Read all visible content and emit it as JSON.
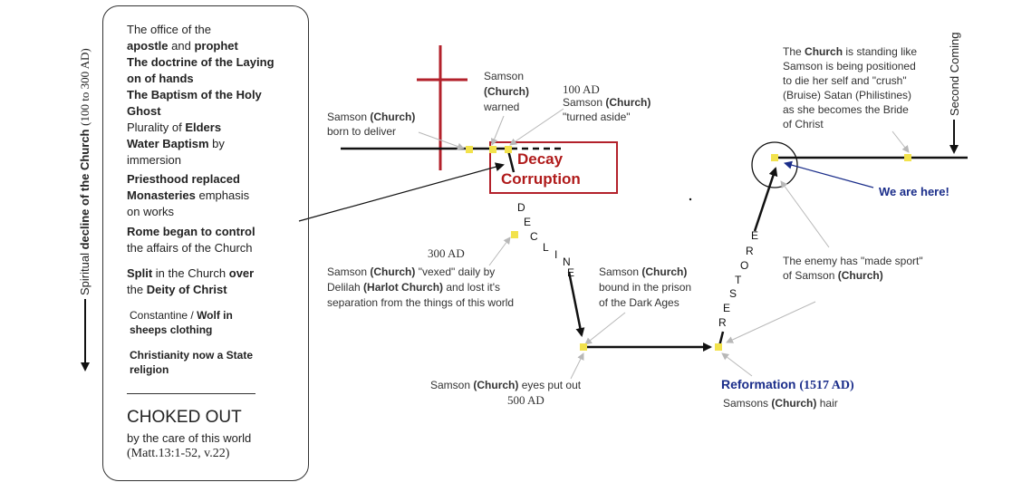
{
  "vertical_label": {
    "prefix": "Spiritual",
    "bold": "decline of the Church",
    "dates": "(100 to 300 AD)"
  },
  "left_box": {
    "intro": "The office of the",
    "apostle": "apostle",
    "and": "and",
    "prophet": "prophet",
    "doctrine_1": "The doctrine of the Laying",
    "doctrine_2": "on of hands",
    "baptism_ghost_1": "The Baptism of the Holy",
    "baptism_ghost_2": "Ghost",
    "plurality": "Plurality of",
    "elders": "Elders",
    "water_baptism": "Water Baptism",
    "by": "by",
    "immersion": "immersion",
    "priesthood": "Priesthood replaced",
    "monasteries": "Monasteries",
    "emphasis": "emphasis",
    "on_works": "on works",
    "rome": "Rome began to control",
    "affairs": "the affairs of the Church",
    "split": "Split",
    "in_church": "in the Church",
    "over": "over",
    "the": "the",
    "deity": "Deity of Christ",
    "constantine": "Constantine /",
    "wolf": "Wolf in",
    "sheeps": "sheeps clothing",
    "christianity_1": "Christianity now a State",
    "christianity_2": "religion",
    "choked": "CHOKED OUT",
    "care": "by the care of this world",
    "matt": "(Matt.13:1-52, v.22)"
  },
  "labels": {
    "born_1a": "Samson",
    "born_1b": "(Church)",
    "born_2": "born to deliver",
    "warned_1": "Samson",
    "warned_2": "(Church)",
    "warned_3": "warned",
    "date_100": "100 AD",
    "turned_1a": "Samson",
    "turned_1b": "(Church)",
    "turned_2": "\"turned aside\"",
    "decay": "Decay",
    "corruption": "Corruption",
    "date_300": "300 AD",
    "vexed_1a": "Samson",
    "vexed_1b": "(Church)",
    "vexed_1c": "\"vexed\" daily by",
    "vexed_2a": "Delilah",
    "vexed_2b": "(Harlot Church)",
    "vexed_2c": "and lost it's",
    "vexed_3": "separation from the things of this world",
    "bound_1a": "Samson",
    "bound_1b": "(Church)",
    "bound_2": "bound in the prison",
    "bound_3": "of the Dark Ages",
    "eyes_1a": "Samson",
    "eyes_1b": "(Church)",
    "eyes_1c": "eyes put out",
    "date_500": "500 AD",
    "reformation": "Reformation",
    "reformation_date": "(1517 AD)",
    "hair_1": "Samsons",
    "hair_2": "(Church)",
    "hair_3": "hair",
    "sport_1": "The enemy has \"made sport\"",
    "sport_2a": "of Samson",
    "sport_2b": "(Church)",
    "standing_1a": "The",
    "standing_1b": "Church",
    "standing_1c": "is standing like",
    "standing_2": "Samson is being positioned",
    "standing_3": "to die her self and \"crush\"",
    "standing_4": "(Bruise) Satan (Philistines)",
    "standing_5": "as she becomes the Bride",
    "standing_6": "of Christ",
    "here": "We are here!",
    "second_coming": "Second Coming"
  },
  "decline_letters": [
    "D",
    "E",
    "C",
    "L",
    "I",
    "N",
    "E"
  ],
  "restore_letters": [
    "R",
    "E",
    "S",
    "T",
    "O",
    "R",
    "E"
  ],
  "colors": {
    "dot": "#f2e24c",
    "cross": "#b3212b",
    "decay_box": "#b3212b",
    "blue_text": "#1a2d8a",
    "pointer": "#b8b8b8"
  }
}
